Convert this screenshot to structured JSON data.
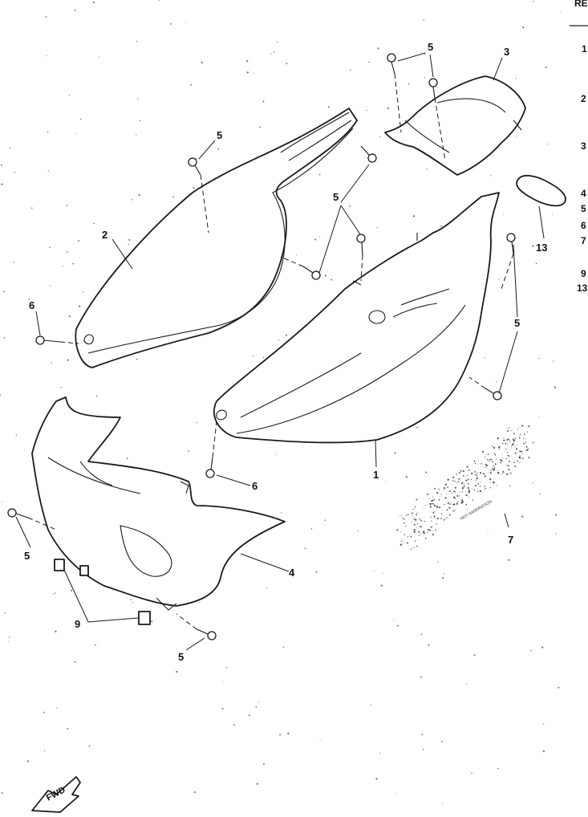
{
  "diagram": {
    "callouts": {
      "cover_1": "1",
      "cover_2": "2",
      "cover_3": "3",
      "cover_4": "4",
      "screw_5_top": "5",
      "screw_5_left": "5",
      "screw_5_mid": "5",
      "screw_5_right": "5",
      "screw_5_lower_left": "5",
      "screw_5_bottom": "5",
      "screw_6_left": "6",
      "screw_6_mid": "6",
      "decal_7": "7",
      "clip_9": "9",
      "emblem_13": "13"
    },
    "side_column": {
      "header": "RE",
      "items": [
        "1",
        "2",
        "3",
        "4",
        "5",
        "6",
        "7",
        "9",
        "13"
      ]
    },
    "decal_text": "NOT SANDRATION",
    "fwd_label": "FWD"
  }
}
